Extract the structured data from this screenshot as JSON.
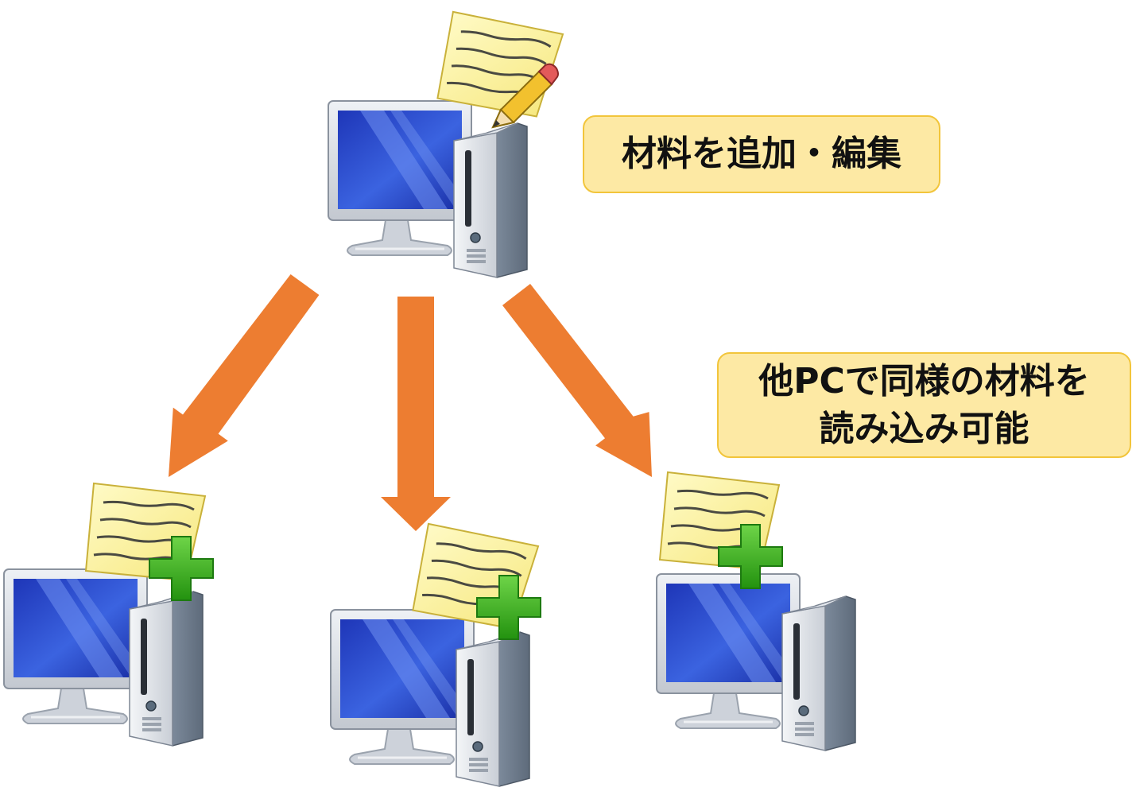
{
  "callouts": {
    "edit": {
      "text": "材料を追加・編集"
    },
    "share": {
      "line1": "他PCで同様の材料を",
      "line2": "読み込み可能"
    }
  },
  "nodes": [
    {
      "id": "source",
      "badge": "pencil-icon"
    },
    {
      "id": "target-left",
      "badge": "plus-icon"
    },
    {
      "id": "target-center",
      "badge": "plus-icon"
    },
    {
      "id": "target-right",
      "badge": "plus-icon"
    }
  ],
  "colors": {
    "arrow": "#ed7d31",
    "callout_fill": "#fde9a4",
    "callout_border": "#f2c53b",
    "screen": "#2a49c9",
    "note": "#fdf29a",
    "plus": "#3cb21e"
  }
}
